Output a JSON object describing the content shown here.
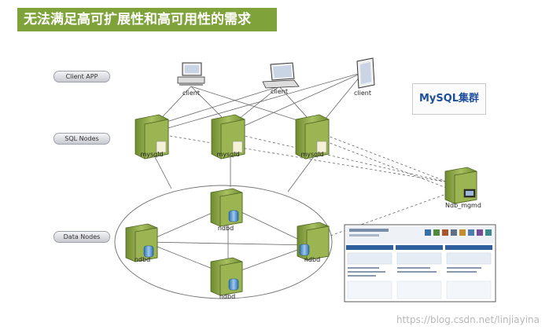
{
  "title": "无法满足高可扩展性和高可用性的需求",
  "brand": "MySQL集群",
  "layers": {
    "client": "Client APP",
    "sql": "SQL Nodes",
    "data": "Data Nodes"
  },
  "clients": [
    "client",
    "client",
    "client"
  ],
  "sql_nodes": [
    "mysqld",
    "mysqld",
    "mysqld"
  ],
  "data_nodes": [
    "ndbd",
    "ndbd",
    "ndbd",
    "ndbd"
  ],
  "mgmt_node": "Ndb_mgmd",
  "watermark": "https://blog.csdn.net/linjiayina",
  "colors": {
    "title_bg": "#7fa23a",
    "server_body": "#8fa848",
    "brand_text": "#1f4f9c"
  }
}
